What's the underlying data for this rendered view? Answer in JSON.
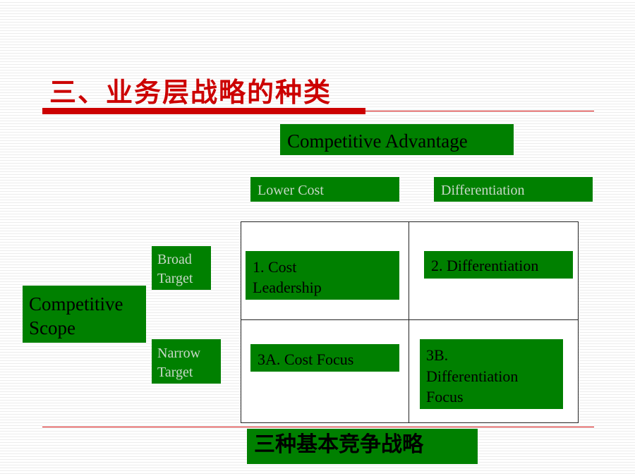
{
  "slide": {
    "title": "三、业务层战略的种类",
    "axis_top": "Competitive Advantage",
    "col_lower_cost": "Lower Cost",
    "col_differentiation": "Differentiation",
    "axis_left_line1": "Competitive",
    "axis_left_line2": "Scope",
    "row_broad_line1": "Broad",
    "row_broad_line2": "Target",
    "row_narrow_line1": "Narrow",
    "row_narrow_line2": "Target",
    "cell_1_line1": "1. Cost",
    "cell_1_line2": "Leadership",
    "cell_2": "2. Differentiation",
    "cell_3a": "3A. Cost Focus",
    "cell_3b_line1": "3B.",
    "cell_3b_line2": "Differentiation",
    "cell_3b_line3": "Focus",
    "summary": "三种基本竞争战略"
  },
  "colors": {
    "title": "#cc0000",
    "box_fill": "#008000",
    "box_text_dark": "#000000",
    "box_text_light": "#c8d8c8"
  }
}
